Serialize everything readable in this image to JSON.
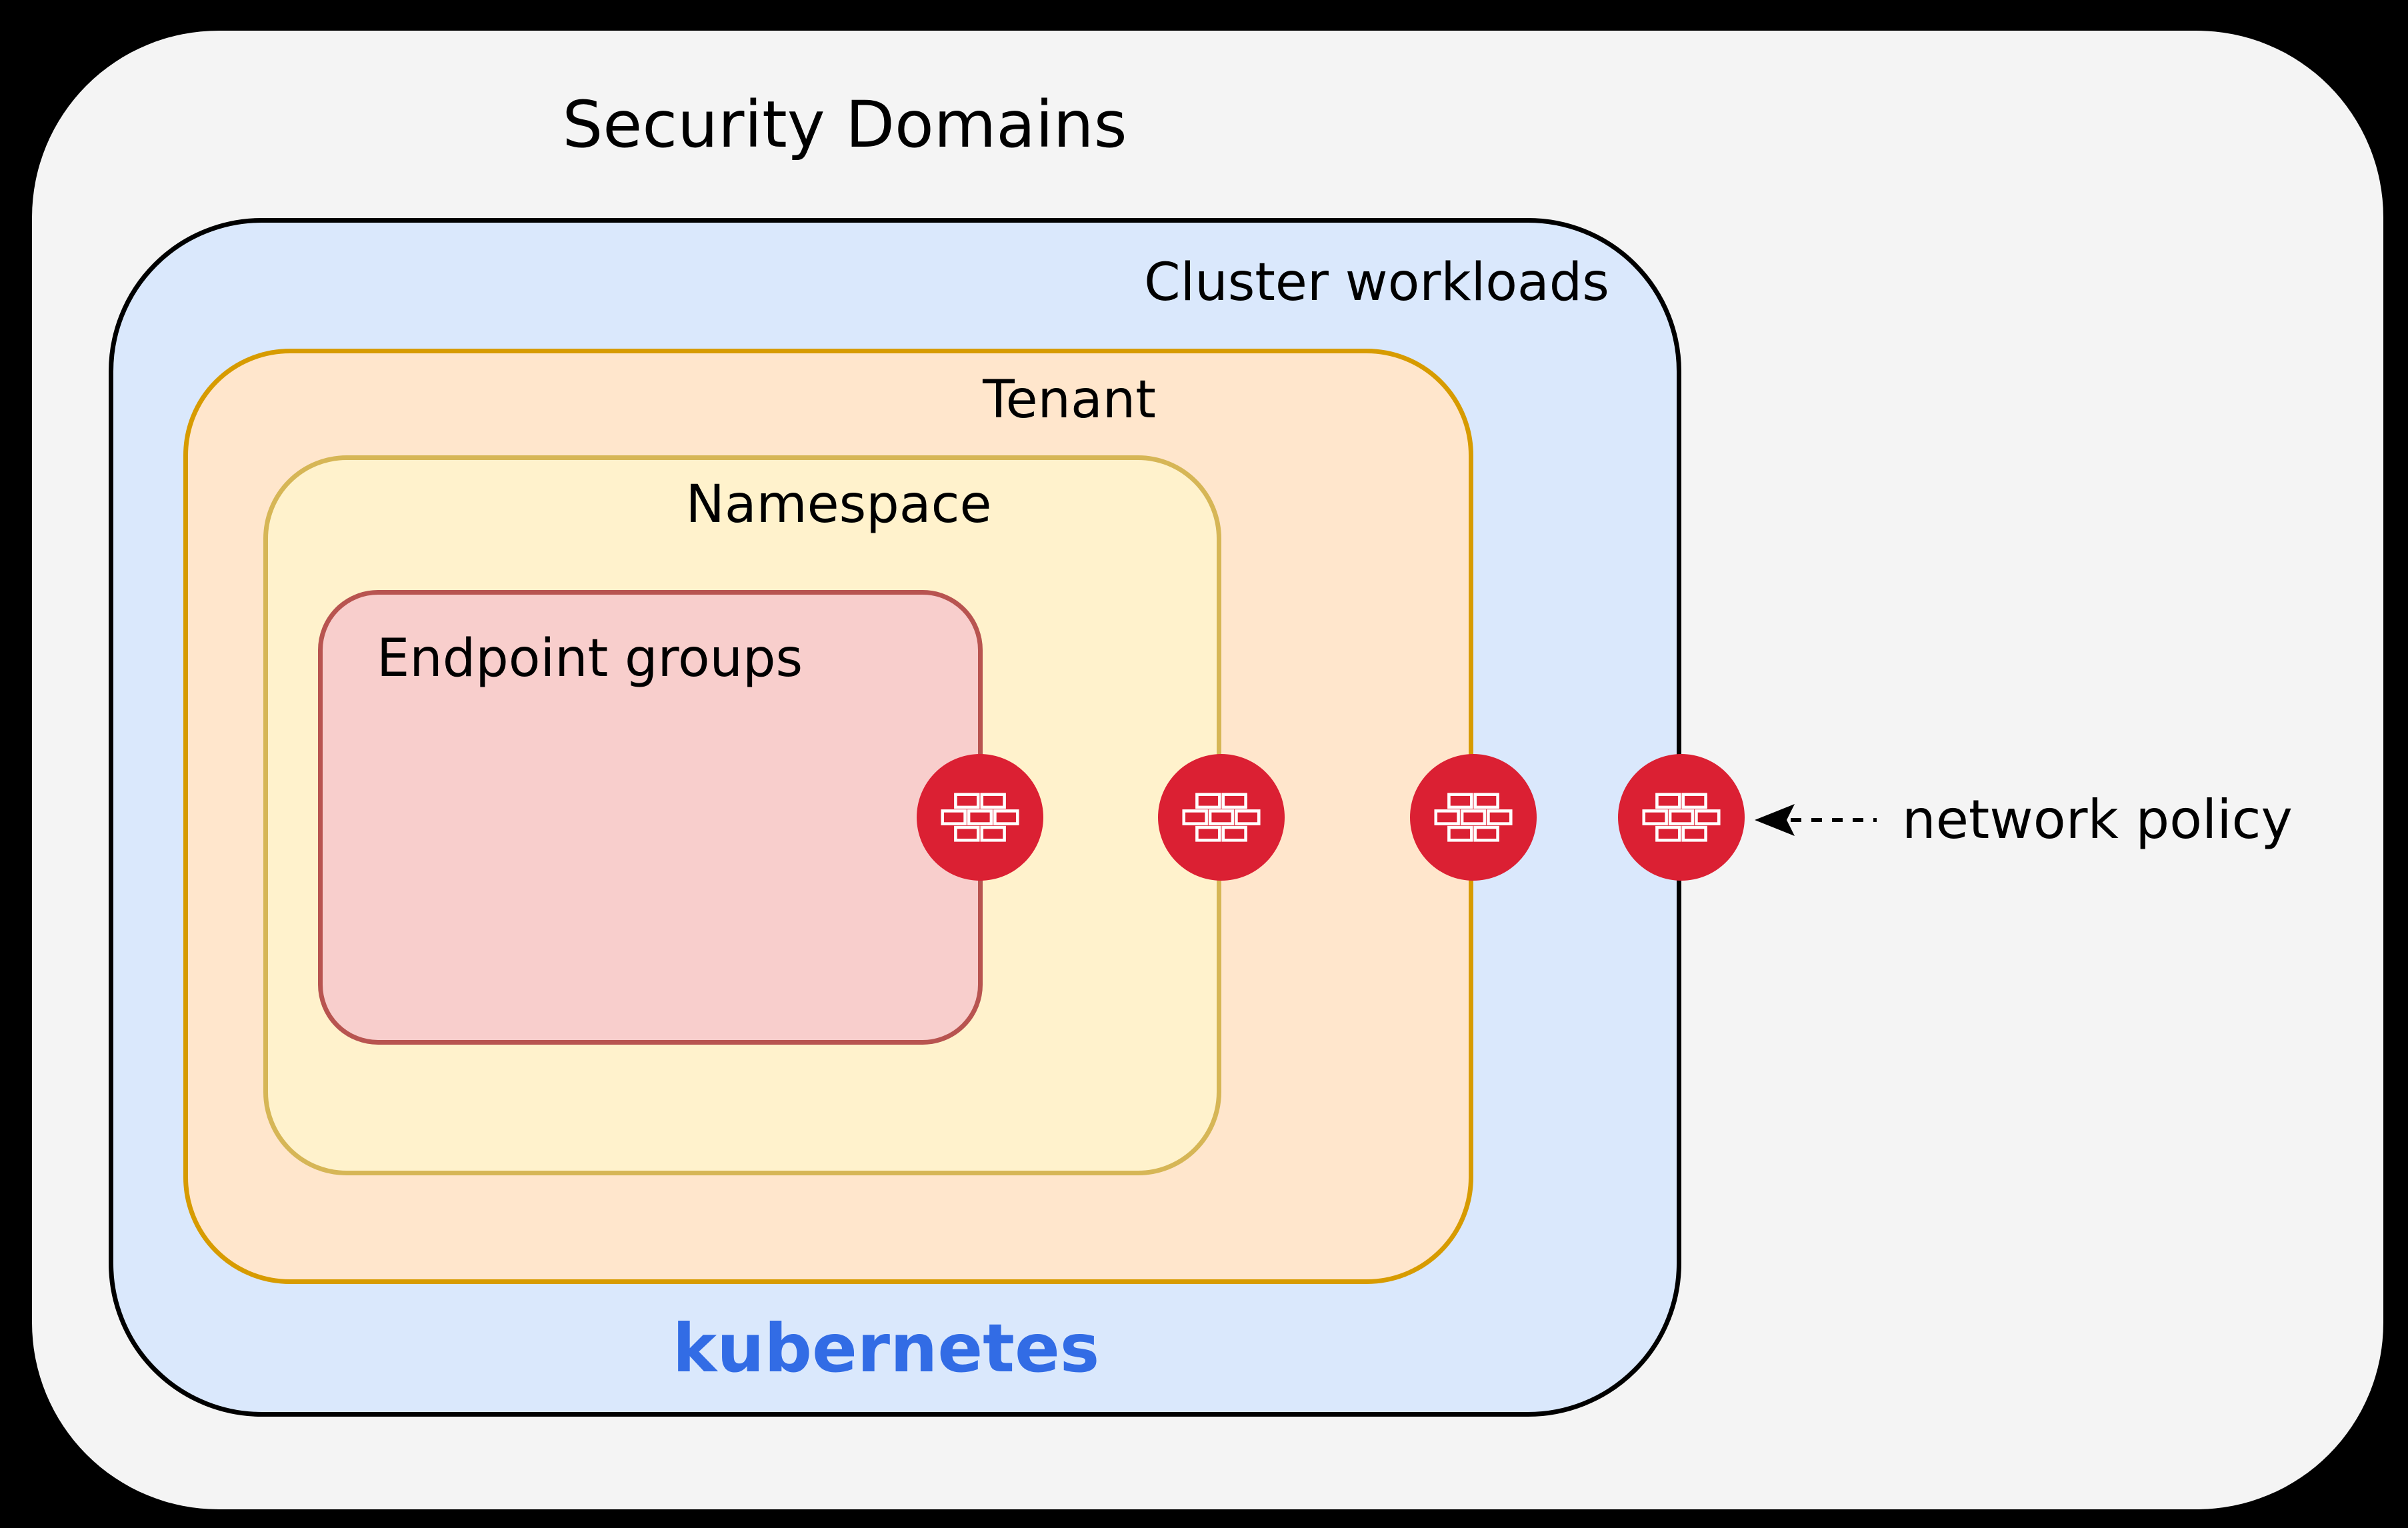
{
  "diagram": {
    "title": "Security Domains",
    "domains": [
      {
        "name": "cluster-workloads",
        "label": "Cluster workloads",
        "fill": "#dae8fc",
        "stroke": "#000000"
      },
      {
        "name": "tenant",
        "label": "Tenant",
        "fill": "#ffe6cc",
        "stroke": "#d79b00"
      },
      {
        "name": "namespace",
        "label": "Namespace",
        "fill": "#fff2cc",
        "stroke": "#d6b656"
      },
      {
        "name": "endpoint-groups",
        "label": "Endpoint groups",
        "fill": "#f8cecc",
        "stroke": "#b85450"
      }
    ],
    "platform_label": "kubernetes",
    "annotation": {
      "label": "network policy"
    },
    "firewall_count": 4,
    "icons": {
      "firewall": "red-circle-with-white-brick-wall",
      "arrow": "black-dashed-arrow-pointing-left"
    },
    "colors": {
      "page_background": "#000000",
      "canvas_background": "#f4f4f4",
      "firewall_red": "#db2033",
      "kubernetes_blue": "#326ce5",
      "text": "#000000"
    }
  }
}
